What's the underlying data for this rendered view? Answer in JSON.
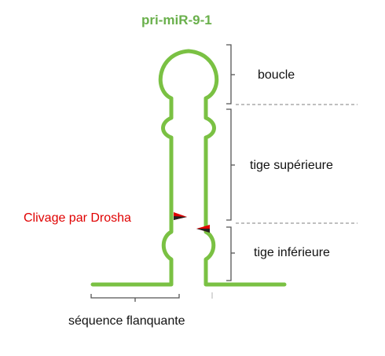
{
  "title": "pri-miR-9-1",
  "labels": {
    "loop": "boucle",
    "upper_stem": "tige supérieure",
    "lower_stem": "tige inférieure",
    "flanking": "séquence flanquante",
    "cleavage": "Clivage par Drosha"
  },
  "colors": {
    "rna": "#7ac143",
    "title": "#6ab04c",
    "cleavage": "#e00000",
    "bracket": "#555555",
    "dashed": "#999999"
  }
}
